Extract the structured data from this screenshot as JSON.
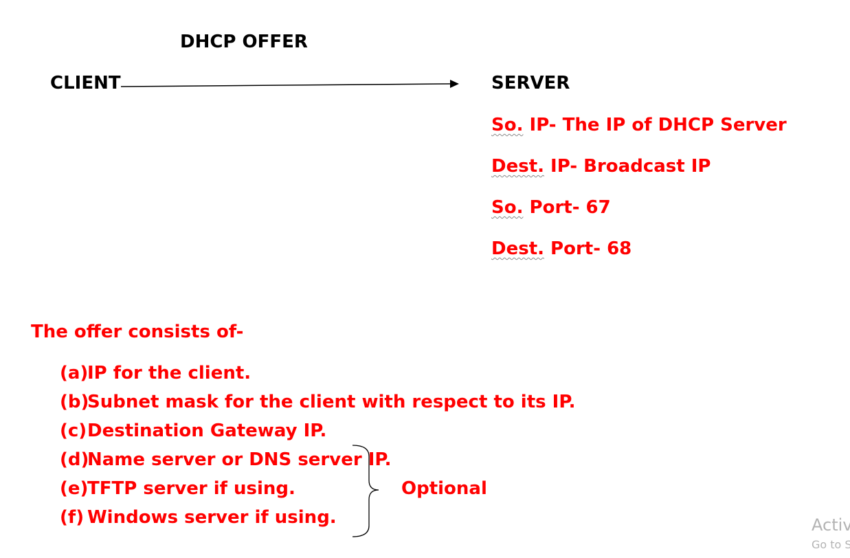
{
  "title": "DHCP OFFER",
  "client_label": "CLIENT",
  "server_label": "SERVER",
  "server_fields": [
    {
      "key": "So.",
      "text": " IP- The IP of DHCP Server"
    },
    {
      "key": "Dest.",
      "text": " IP- Broadcast IP"
    },
    {
      "key": "So.",
      "text": " Port- 67"
    },
    {
      "key": "Dest.",
      "text": " Port- 68"
    }
  ],
  "offer_heading": "The offer consists of-",
  "offer_items": [
    {
      "label": "(a)",
      "text": "IP for the client."
    },
    {
      "label": "(b)",
      "text": "Subnet mask for the client with respect to its IP."
    },
    {
      "label": "(c)",
      "text": "Destination Gateway IP."
    },
    {
      "label": "(d)",
      "text": "Name server or DNS server IP."
    },
    {
      "label": "(e)",
      "text": "TFTP server if using."
    },
    {
      "label": "(f)",
      "text": "Windows server if using."
    }
  ],
  "optional_label": "Optional",
  "watermark": {
    "line1": "Activ",
    "line2": "Go to S"
  },
  "colors": {
    "text": "#000000",
    "highlight": "#ff0000",
    "watermark": "#b3b3b3"
  }
}
